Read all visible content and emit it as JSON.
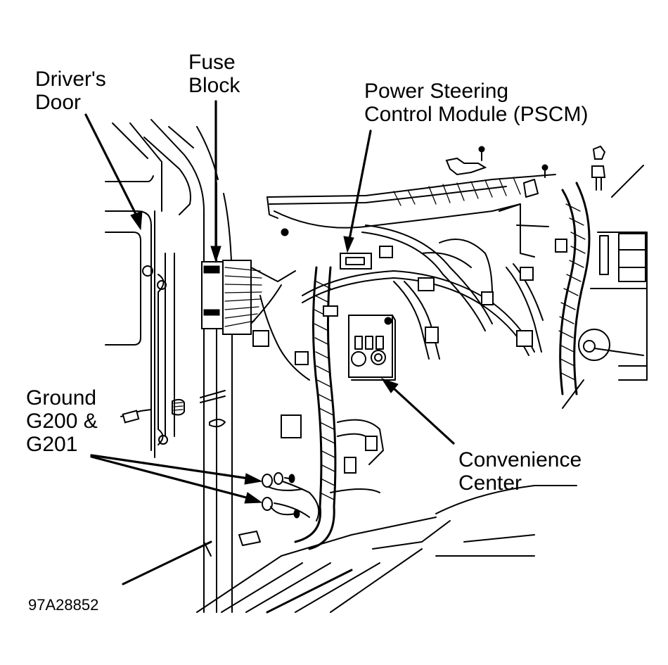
{
  "diagram": {
    "type": "component-location illustration",
    "labels": {
      "drivers_door": {
        "lines": [
          "Driver's",
          "Door"
        ]
      },
      "fuse_block": {
        "lines": [
          "Fuse",
          "Block"
        ]
      },
      "pscm": {
        "lines": [
          "Power Steering",
          "Control Module (PSCM)"
        ]
      },
      "ground": {
        "lines": [
          "Ground",
          "G200 &",
          "G201"
        ]
      },
      "convenience_center": {
        "lines": [
          "Convenience",
          "Center"
        ]
      }
    },
    "figure_id": "97A28852"
  }
}
